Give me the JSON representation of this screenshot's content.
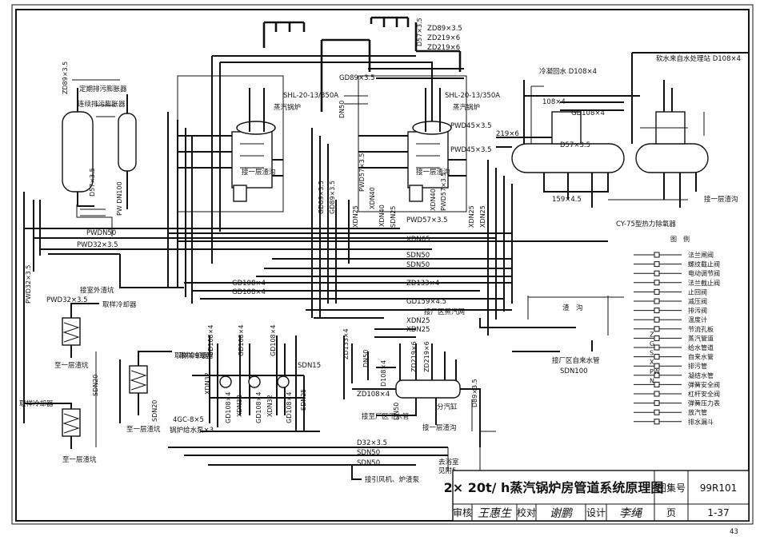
{
  "title_block": {
    "title": "2× 20t/ h蒸汽锅炉房管道系统原理图",
    "atlas_label": "图集号",
    "atlas_no": "99R101",
    "review_label": "审核",
    "check_label": "校对",
    "design_label": "设计",
    "page_label": "页",
    "page_no": "1-37",
    "sheet_index": "43",
    "sig_review": "王惠生",
    "sig_check": "谢鹏",
    "sig_design": "李绳"
  },
  "legend": {
    "heading": "图　例",
    "items": [
      "法兰闸阀",
      "螺纹截止阀",
      "电动调节阀",
      "法兰截止阀",
      "止回阀",
      "减压阀",
      "排污阀",
      "温度计",
      "节流孔板",
      "蒸汽管道",
      "给水管道",
      "自来水管",
      "排污管",
      "凝结水管",
      "弹簧安全阀",
      "杠杆安全阀",
      "弹簧压力表",
      "放汽管",
      "排水漏斗"
    ],
    "codes": [
      "Z",
      "G",
      "S",
      "X",
      "PW",
      "N"
    ]
  },
  "labels": {
    "boiler_left": "SHL-20-13/350A",
    "boiler_right": "SHL-20-13/350A",
    "steam_boiler": "蒸汽锅炉",
    "steam_boiler2": "蒸汽锅炉",
    "slag_left": "接一层渣沟",
    "slag_right": "接一层渣沟",
    "fixed_blowdown": "定期排污膨胀器",
    "cont_blowdown": "连续排污膨胀器",
    "zd89_left": "ZD89×3.5",
    "d57_v": "D57×3.5",
    "pwdn100": "PW DN100",
    "pwdn50": "PWDN50",
    "pwd32a": "PWD32×3.5",
    "pwd32_v": "PWD32×3.5",
    "pwd32b": "PWD32×3.5",
    "room_outside": "接室外渣坑",
    "sampler1": "取样冷却器",
    "sampler2": "取样冷却器",
    "sampler3": "取样冷却器",
    "pit1": "至一层渣坑",
    "pit2": "至一层渣坑",
    "pit3": "至一层渣坑",
    "sdn20a": "SDN20",
    "sdn20b": "SDN20",
    "gd89": "GD89×3.5",
    "dn50_v": "DN50",
    "d57_top": "D57×3.5",
    "zd89_top": "ZD89×3.5",
    "zd219a": "ZD219×6",
    "zd219b": "ZD219×6",
    "pwd45a": "PWD45×3.5",
    "pwd45b": "PWD45×3.5",
    "pwd57_v1": "PWD57×3.5",
    "pwd57_h": "PWD57×3.5",
    "pwd57_v2": "PWD57×3.5",
    "xdn40a": "XDN40",
    "xdn40b": "XDN40",
    "sdn25_v": "SDN25",
    "xdn40_c": "XDN40",
    "xdn25_v1": "XDN25",
    "xdn25_v2": "XDN25",
    "gd89_v1": "GD89×3.5",
    "gd89_v2": "GD89×3.5",
    "xdn25_v3": "XDN25",
    "xdn65": "XDN65",
    "sdn50a": "SDN50",
    "sdn50b": "SDN50",
    "zd133a": "ZD133×4",
    "gd108a": "GD108×4",
    "gd108b": "GD108×4",
    "gd159": "GD159×4.5",
    "factory_steam": "接厂区蒸汽网",
    "xdn25a": "XDN25",
    "xdn25b": "XDN25",
    "trench": "渣　沟",
    "tap_water": "接厂区自来水管",
    "sdn100": "SDN100",
    "zd133_v": "ZD133×4",
    "dn50_v2": "DN50",
    "d108_v": "D108×4",
    "zd219_v1": "ZD219×6",
    "zd219_v2": "ZD219×6",
    "zd108": "ZD108×4",
    "d89_v": "D89×3.5",
    "steam_header": "分汽缸",
    "dn50_v3": "DN50",
    "sewer": "接至厂区下水管",
    "slag3": "接一层渣沟",
    "sampler_mid": "取样冷却器",
    "gd108_v1": "GD108×4",
    "gd108_v2": "GD108×4",
    "gd108_v3": "GD108×4",
    "gd108_v4": "GD108×4",
    "gd108_v5": "GD108×4",
    "gd108_v6": "GD108×4",
    "xdn32a": "XDN32",
    "xdn32b": "XDN32",
    "xdn32c": "XDN32",
    "pump": "4GC-8×5",
    "pump2": "锅炉给水泵×3",
    "sdn15": "SDN15",
    "sdn25b": "SDN25",
    "d32": "D32×3.5",
    "sdn50c": "SDN50",
    "sdn50d": "SDN50",
    "fan": "接引风机、炉渣泵",
    "bath": "去浴室",
    "bath2": "见附5",
    "condensate": "冷凝回水 D108×4",
    "soft_water": "软水来自水处理站 D108×4",
    "d108a": "108×4",
    "gd108c": "GD108×4",
    "d219": "219×6",
    "d57_a": "D57×3.5",
    "d159": "159×4.5",
    "deaerator": "CY-75型热力除氧器",
    "slag4": "接一层渣沟"
  },
  "colors": {
    "ink": "#111111",
    "paper": "#ffffff"
  }
}
